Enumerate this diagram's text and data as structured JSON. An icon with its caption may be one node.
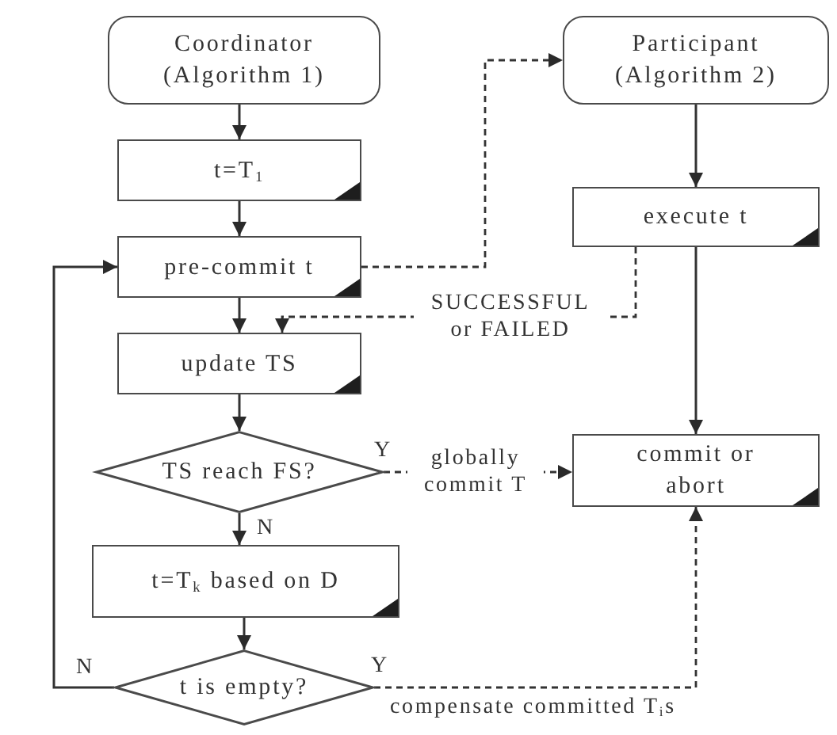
{
  "diagram": {
    "nodes": [
      {
        "text": [
          "Coordinator (Algorithm 1)"
        ]
      },
      {
        "text": [
          "t=T$_{1}$"
        ]
      },
      {
        "text": [
          "pre-commit t"
        ]
      },
      {
        "text": [
          "update TS"
        ]
      },
      {
        "text": [
          "TS reach FS?"
        ]
      },
      {
        "text": [
          "t=T$_{k}$ based on D"
        ]
      },
      {
        "text": [
          "t is empty?"
        ]
      },
      {
        "text": [
          "Participant (Algorithm 2)"
        ]
      },
      {
        "text": [
          "execute t"
        ]
      },
      {
        "text": [
          "commit or abort"
        ]
      }
    ],
    "edges": [
      {
        "from": 0,
        "to": 1,
        "arrow": "to"
      },
      {
        "from": 1,
        "to": 2,
        "arrow": "to"
      },
      {
        "from": 2,
        "to": 7,
        "arrow": "to",
        "style": "dashed"
      },
      {
        "from": 2,
        "to": 3,
        "arrow": "to"
      },
      {
        "from": 7,
        "to": 8,
        "arrow": "to"
      },
      {
        "from": 8,
        "to": 3,
        "arrow": "to",
        "style": "dashed",
        "label": "SUCCESSFUL or FAILED"
      },
      {
        "from": 3,
        "to": 4,
        "arrow": "to"
      },
      {
        "from": 4,
        "to": 9,
        "arrow": "to",
        "style": "dashed",
        "label": "globally commit T"
      },
      {
        "from": 4,
        "to": 5,
        "arrow": "to",
        "label": "N"
      },
      {
        "from": 8,
        "to": 9,
        "arrow": "to"
      },
      {
        "from": 5,
        "to": 6,
        "arrow": "to"
      },
      {
        "from": 6,
        "to": 2,
        "arrow": "to",
        "label": "N"
      },
      {
        "from": 6,
        "to": 9,
        "arrow": "to",
        "style": "dashed",
        "label": "compensate committed T$_{i}$s"
      }
    ],
    "labels": [
      "Y",
      "Y"
    ]
  }
}
